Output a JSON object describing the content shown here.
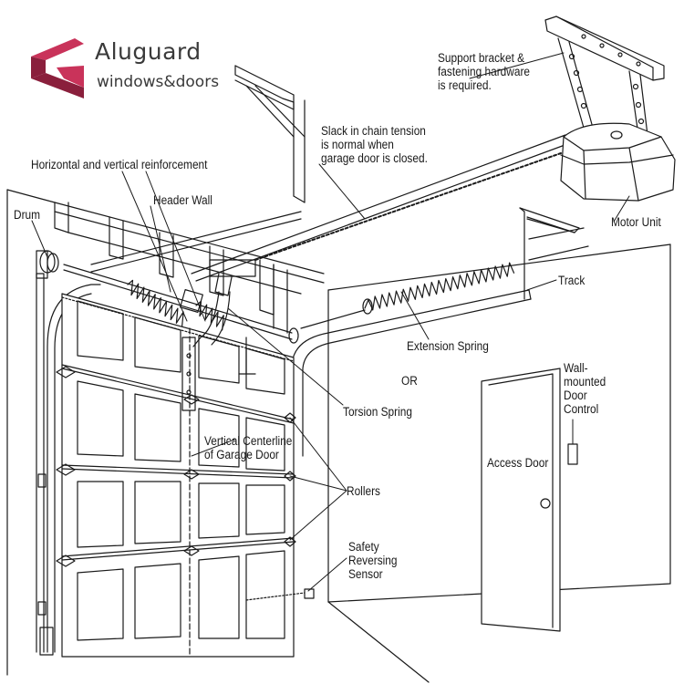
{
  "brand": {
    "name": "Aluguard",
    "tagline": "windows&doors",
    "colors": {
      "logo_dark": "#8a1f3c",
      "logo_light": "#c9335a",
      "text": "#3a3a3a"
    }
  },
  "labels": {
    "support_bracket": [
      "Support bracket &",
      "fastening hardware",
      "is required."
    ],
    "slack_chain": [
      "Slack in chain tension",
      "is normal when",
      "garage door is closed."
    ],
    "horizontal_vertical": "Horizontal and vertical reinforcement",
    "header_wall": "Header Wall",
    "drum": "Drum",
    "motor_unit": "Motor Unit",
    "track": "Track",
    "extension_spring": "Extension Spring",
    "or": "OR",
    "torsion_spring": "Torsion Spring",
    "wall_mounted": [
      "Wall-",
      "mounted",
      "Door",
      "Control"
    ],
    "vertical_centerline": [
      "Vertical Centerline",
      "of Garage Door"
    ],
    "access_door": "Access Door",
    "rollers": "Rollers",
    "safety_sensor": [
      "Safety",
      "Reversing",
      "Sensor"
    ]
  }
}
